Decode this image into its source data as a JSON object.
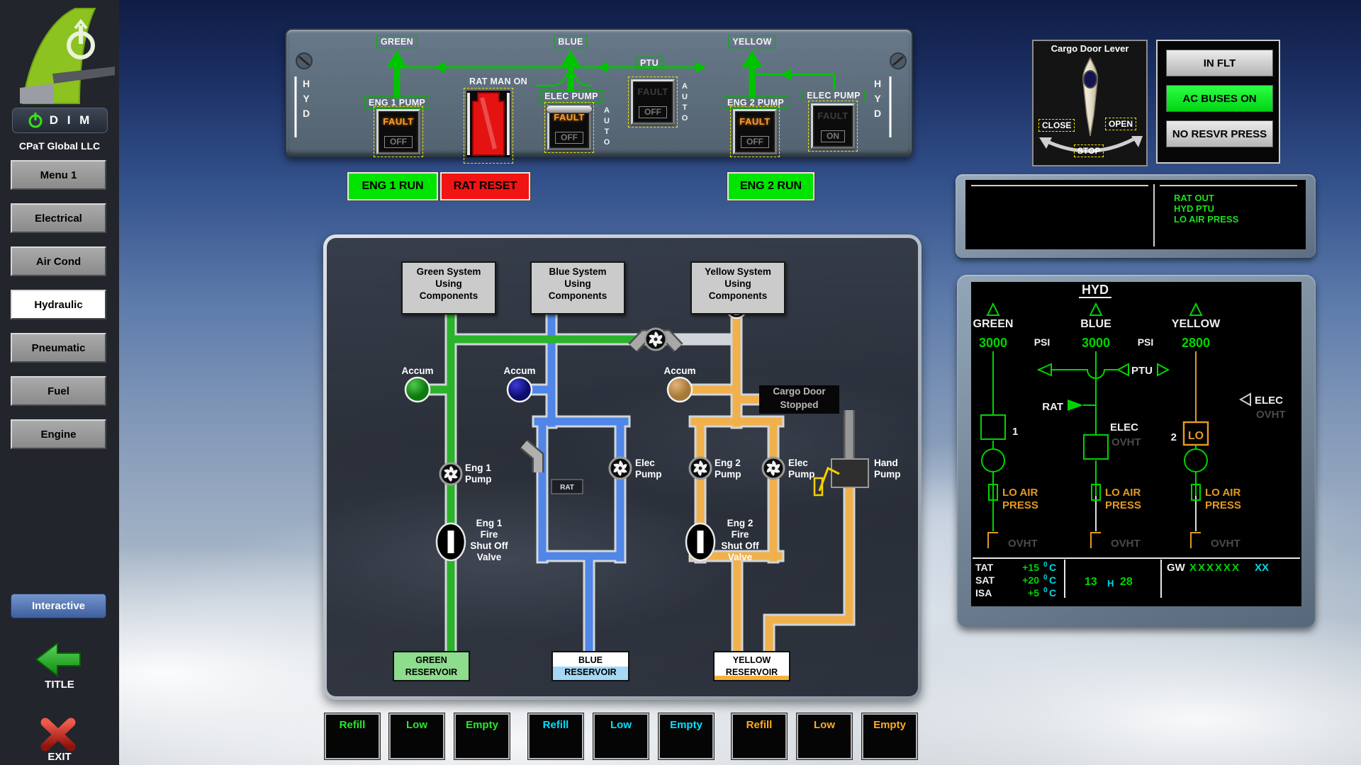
{
  "sidebar": {
    "dim": "D I M",
    "company": "CPaT Global LLC",
    "menu": [
      "Menu 1",
      "Electrical",
      "Air Cond",
      "Hydraulic",
      "Pneumatic",
      "Fuel",
      "Engine"
    ],
    "selected": "Hydraulic",
    "interactive": "Interactive",
    "title": "TITLE",
    "exit": "EXIT"
  },
  "panel": {
    "hyd": "HYD",
    "green": "GREEN",
    "blue": "BLUE",
    "yellow": "YELLOW",
    "ptu": "PTU",
    "eng1_pump": "ENG 1 PUMP",
    "rat_man_on": "RAT MAN ON",
    "elec_pump": "ELEC PUMP",
    "eng2_pump": "ENG 2 PUMP",
    "fault": "FAULT",
    "off": "OFF",
    "on": "ON",
    "auto": "AUTO"
  },
  "actions": {
    "eng1_run": "ENG 1 RUN",
    "rat_reset": "RAT RESET",
    "eng2_run": "ENG 2 RUN"
  },
  "cargo": {
    "title": "Cargo Door Lever",
    "close": "CLOSE",
    "open": "OPEN",
    "stop": "STOP"
  },
  "status": {
    "in_flt": "IN FLT",
    "ac_buses": "AC BUSES ON",
    "no_resvr": "NO RESVR PRESS"
  },
  "ewd": {
    "memos": [
      "RAT OUT",
      "HYD PTU",
      "LO AIR PRESS"
    ]
  },
  "sd": {
    "title": "HYD",
    "systems": [
      "GREEN",
      "BLUE",
      "YELLOW"
    ],
    "pressures": [
      "3000",
      "3000",
      "2800"
    ],
    "psi": "PSI",
    "ptu": "PTU",
    "rat": "RAT",
    "elec": "ELEC",
    "ovht": "OVHT",
    "one": "1",
    "two": "2",
    "lo": "LO",
    "lo_air": "LO AIR",
    "press": "PRESS",
    "tat": "TAT",
    "tat_v": "+15",
    "sat": "SAT",
    "sat_v": "+20",
    "isa": "ISA",
    "isa_v": "+5",
    "deg_sup": "0",
    "deg_unit": "C",
    "clock_h": "13",
    "clock_sep": "H",
    "clock_m": "28",
    "gw": "GW",
    "gw_value": "XXXXXX",
    "gw_suffix": "XX"
  },
  "diagram": {
    "headers": [
      [
        "Green System",
        "Using",
        "Components"
      ],
      [
        "Blue System",
        "Using",
        "Components"
      ],
      [
        "Yellow System",
        "Using",
        "Components"
      ]
    ],
    "accum": "Accum",
    "eng1_pump": [
      "Eng 1",
      "Pump"
    ],
    "eng2_pump": [
      "Eng 2",
      "Pump"
    ],
    "elec_pump": [
      "Elec",
      "Pump"
    ],
    "hand_pump": [
      "Hand",
      "Pump"
    ],
    "rat": "RAT",
    "eng1_valve": [
      "Eng 1",
      "Fire",
      "Shut Off",
      "Valve"
    ],
    "eng2_valve": [
      "Eng 2",
      "Fire",
      "Shut Off",
      "Valve"
    ],
    "cargo_door": [
      "Cargo Door",
      "Stopped"
    ],
    "reservoirs": [
      [
        "GREEN",
        "RESERVOIR"
      ],
      [
        "BLUE",
        "RESERVOIR"
      ],
      [
        "YELLOW",
        "RESERVOIR"
      ]
    ],
    "buttons": [
      "Refill",
      "Low",
      "Empty"
    ]
  },
  "colors": {
    "ecam_green": "#00d400",
    "ecam_amber": "#e29a22",
    "ecam_cyan": "#00d8e8",
    "pipe_green": "#2ab32a",
    "pipe_blue": "#4f86e8",
    "pipe_yellow": "#f0b14c",
    "lit_fault": "#ff9d2e",
    "run_green": "#00e400",
    "reset_red": "#f01414",
    "ac_buses_green": "#00e81c"
  }
}
